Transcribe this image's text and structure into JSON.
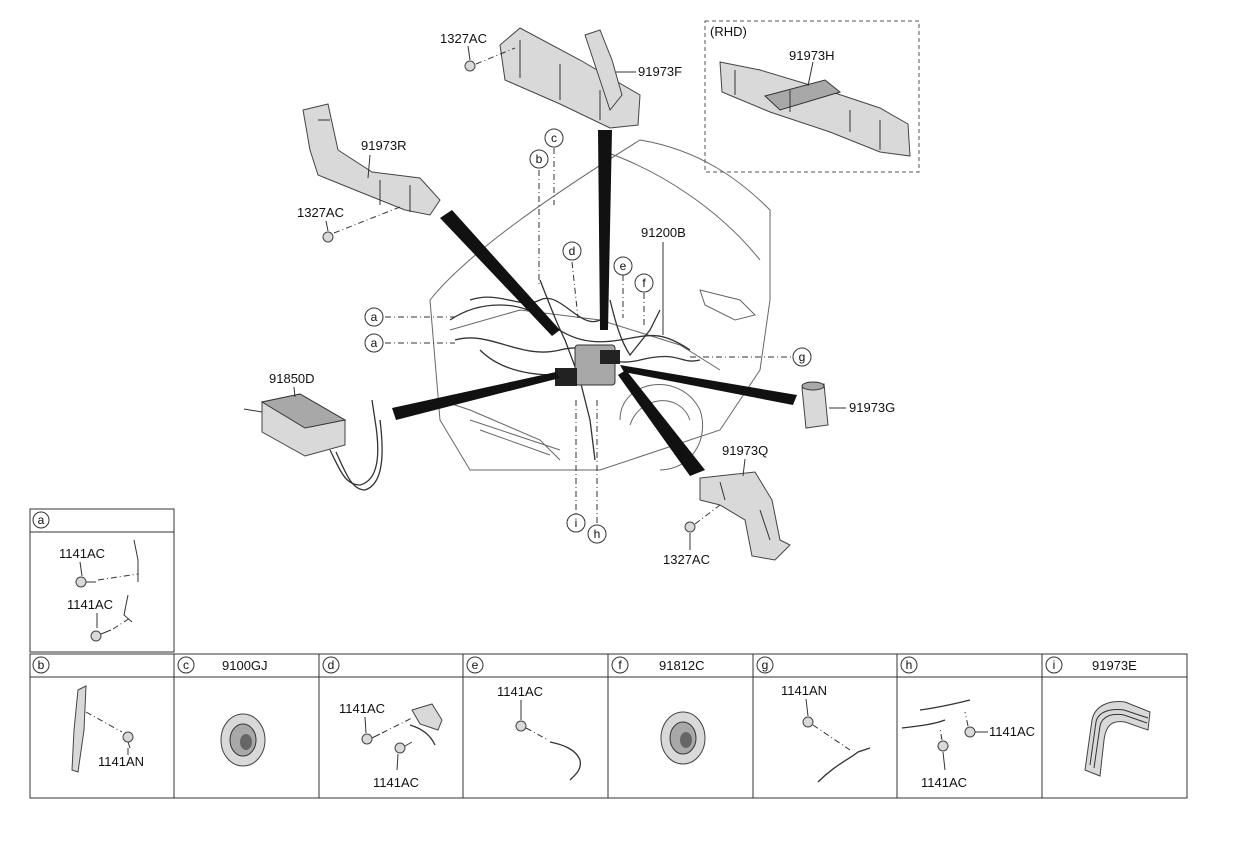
{
  "main": {
    "rhd_label": "(RHD)",
    "callouts": {
      "nut_top": "1327AC",
      "duct_f": "91973F",
      "duct_h": "91973H",
      "duct_r": "91973R",
      "nut_left": "1327AC",
      "harness": "91200B",
      "box": "91850D",
      "protector_g": "91973G",
      "protector_q": "91973Q",
      "nut_bottom": "1327AC"
    },
    "refs": [
      "a",
      "a",
      "b",
      "c",
      "d",
      "e",
      "f",
      "g",
      "h",
      "i"
    ]
  },
  "detail_a": {
    "letter": "a",
    "bolt1": "1141AC",
    "bolt2": "1141AC"
  },
  "details": [
    {
      "letter": "b",
      "part": "",
      "labels": [
        "1141AN"
      ]
    },
    {
      "letter": "c",
      "part": "9100GJ",
      "labels": []
    },
    {
      "letter": "d",
      "part": "",
      "labels": [
        "1141AC",
        "1141AC"
      ]
    },
    {
      "letter": "e",
      "part": "",
      "labels": [
        "1141AC"
      ]
    },
    {
      "letter": "f",
      "part": "91812C",
      "labels": []
    },
    {
      "letter": "g",
      "part": "",
      "labels": [
        "1141AN"
      ]
    },
    {
      "letter": "h",
      "part": "",
      "labels": [
        "1141AC",
        "1141AC"
      ]
    },
    {
      "letter": "i",
      "part": "91973E",
      "labels": []
    }
  ]
}
